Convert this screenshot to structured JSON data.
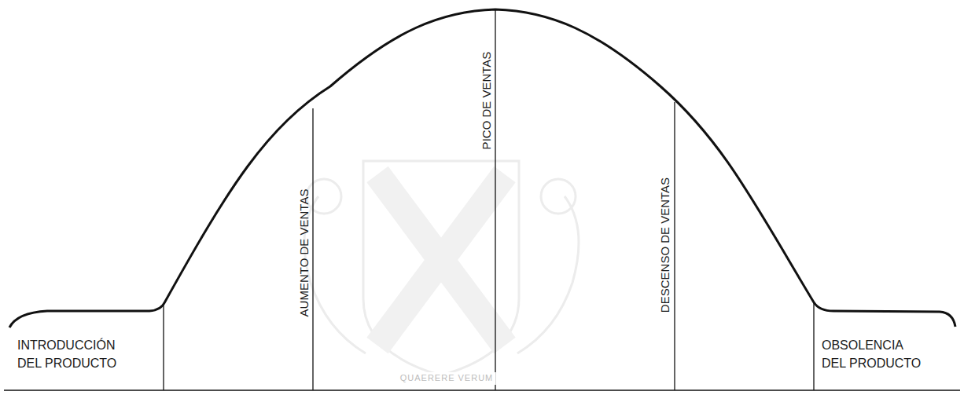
{
  "diagram": {
    "labels": [
      "INTRODUCCIÓN DEL PRODUCTO",
      "AUMENTO DE VENTAS",
      "PICO DE VENTAS",
      "DESCENSO DE VENTAS",
      "OBSOLENCIA DEL PRODUCTO",
      "QUAERERE VERUM"
    ]
  }
}
